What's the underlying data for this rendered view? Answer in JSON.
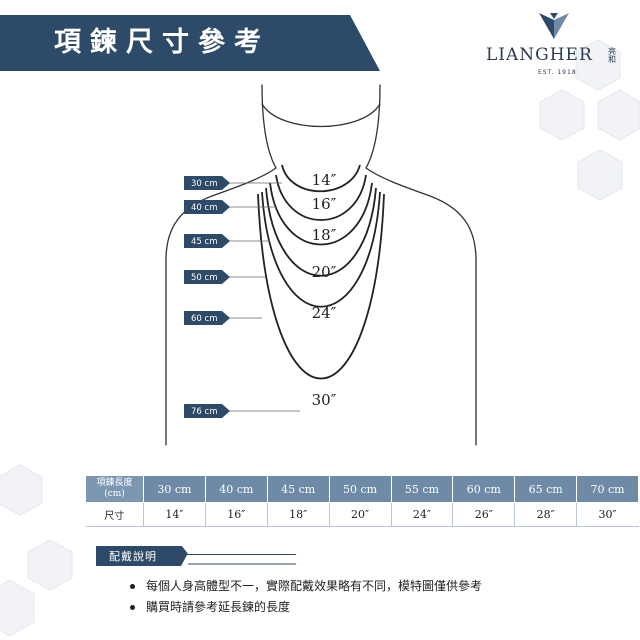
{
  "header": {
    "title": "項鍊尺寸參考"
  },
  "brand": {
    "name": "LIANGHER",
    "chinese": "亮和",
    "established": "EST. 1918",
    "colors": {
      "primary": "#2d4a68",
      "secondary": "#6e8aa6",
      "hex_bg": "#eef1f4"
    }
  },
  "figure": {
    "cm_labels": [
      "30 cm",
      "40 cm",
      "45 cm",
      "50 cm",
      "60 cm",
      "76 cm"
    ],
    "inch_labels": [
      "14″",
      "16″",
      "18″",
      "20″",
      "24″",
      "30″"
    ]
  },
  "size_table": {
    "header_label": "項鍊長度\n(cm)",
    "row_label": "尺寸",
    "columns": [
      {
        "cm": "30 cm",
        "inch": "14″"
      },
      {
        "cm": "40 cm",
        "inch": "16″"
      },
      {
        "cm": "45 cm",
        "inch": "18″"
      },
      {
        "cm": "50 cm",
        "inch": "20″"
      },
      {
        "cm": "55 cm",
        "inch": "24″"
      },
      {
        "cm": "60 cm",
        "inch": "26″"
      },
      {
        "cm": "65 cm",
        "inch": "28″"
      },
      {
        "cm": "70 cm",
        "inch": "30″"
      }
    ]
  },
  "notes": {
    "title": "配戴說明",
    "items": [
      "每個人身高體型不一，實際配戴效果略有不同，模特圖僅供參考",
      "購買時請參考延長鍊的長度"
    ]
  }
}
